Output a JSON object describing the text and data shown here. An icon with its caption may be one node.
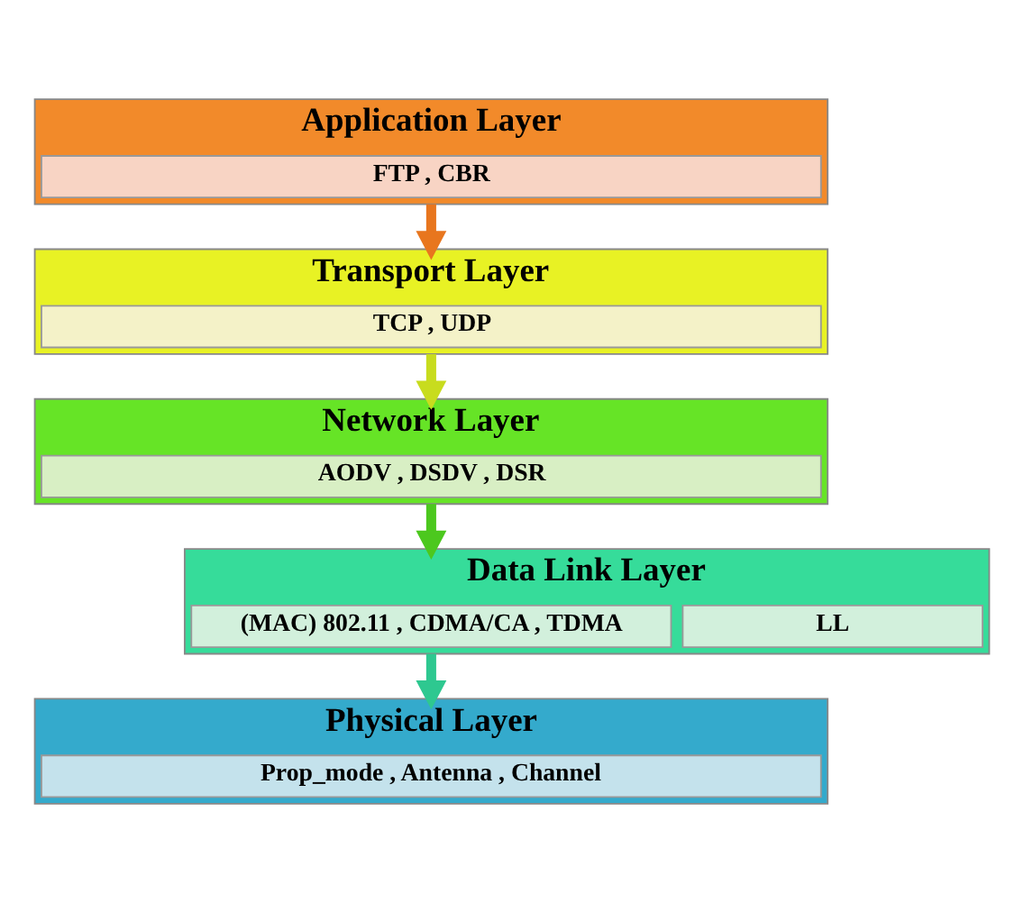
{
  "diagram": {
    "nodes": [
      {
        "text": [
          "Application Layer"
        ]
      },
      {
        "text": [
          "FTP , CBR"
        ],
        "in": 0
      },
      {
        "text": [
          "Transport Layer"
        ]
      },
      {
        "text": [
          "TCP , UDP"
        ],
        "in": 2
      },
      {
        "text": [
          "Network Layer"
        ]
      },
      {
        "text": [
          "AODV , DSDV , DSR"
        ],
        "in": 4
      },
      {
        "text": [
          "Data Link Layer"
        ]
      },
      {
        "text": [
          "(MAC) 802.11 , CDMA/CA , TDMA"
        ],
        "in": 6
      },
      {
        "text": [
          "LL"
        ],
        "in": 6
      },
      {
        "text": [
          "Physical Layer"
        ]
      },
      {
        "text": [
          "Prop_mode , Antenna , Channel"
        ],
        "in": 9
      }
    ],
    "edges": [
      {
        "from": 0,
        "to": 2,
        "arrow": "to",
        "color": "#e8761e"
      },
      {
        "from": 2,
        "to": 4,
        "arrow": "to",
        "color": "#c8dc1e"
      },
      {
        "from": 4,
        "to": 6,
        "arrow": "to",
        "color": "#4cc81e"
      },
      {
        "from": 6,
        "to": 9,
        "arrow": "to",
        "color": "#2ec890"
      }
    ]
  }
}
